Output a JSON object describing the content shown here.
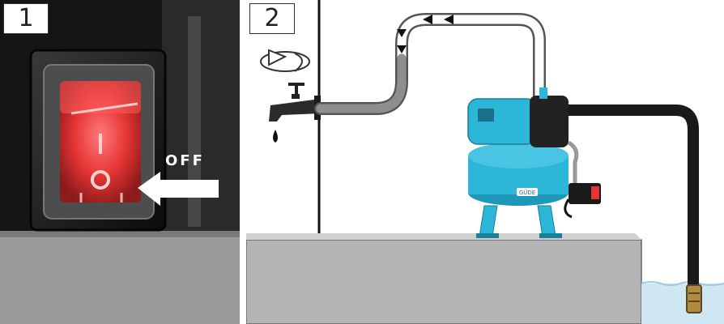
{
  "panels": [
    {
      "number": "1",
      "off_label": "OFF"
    },
    {
      "number": "2",
      "brand_label": "GÜDE"
    }
  ],
  "colors": {
    "switch_red": "#e53434",
    "pump_blue": "#2cb6d8",
    "hose_black": "#1a1a1a",
    "water": "#cfe6f3"
  }
}
